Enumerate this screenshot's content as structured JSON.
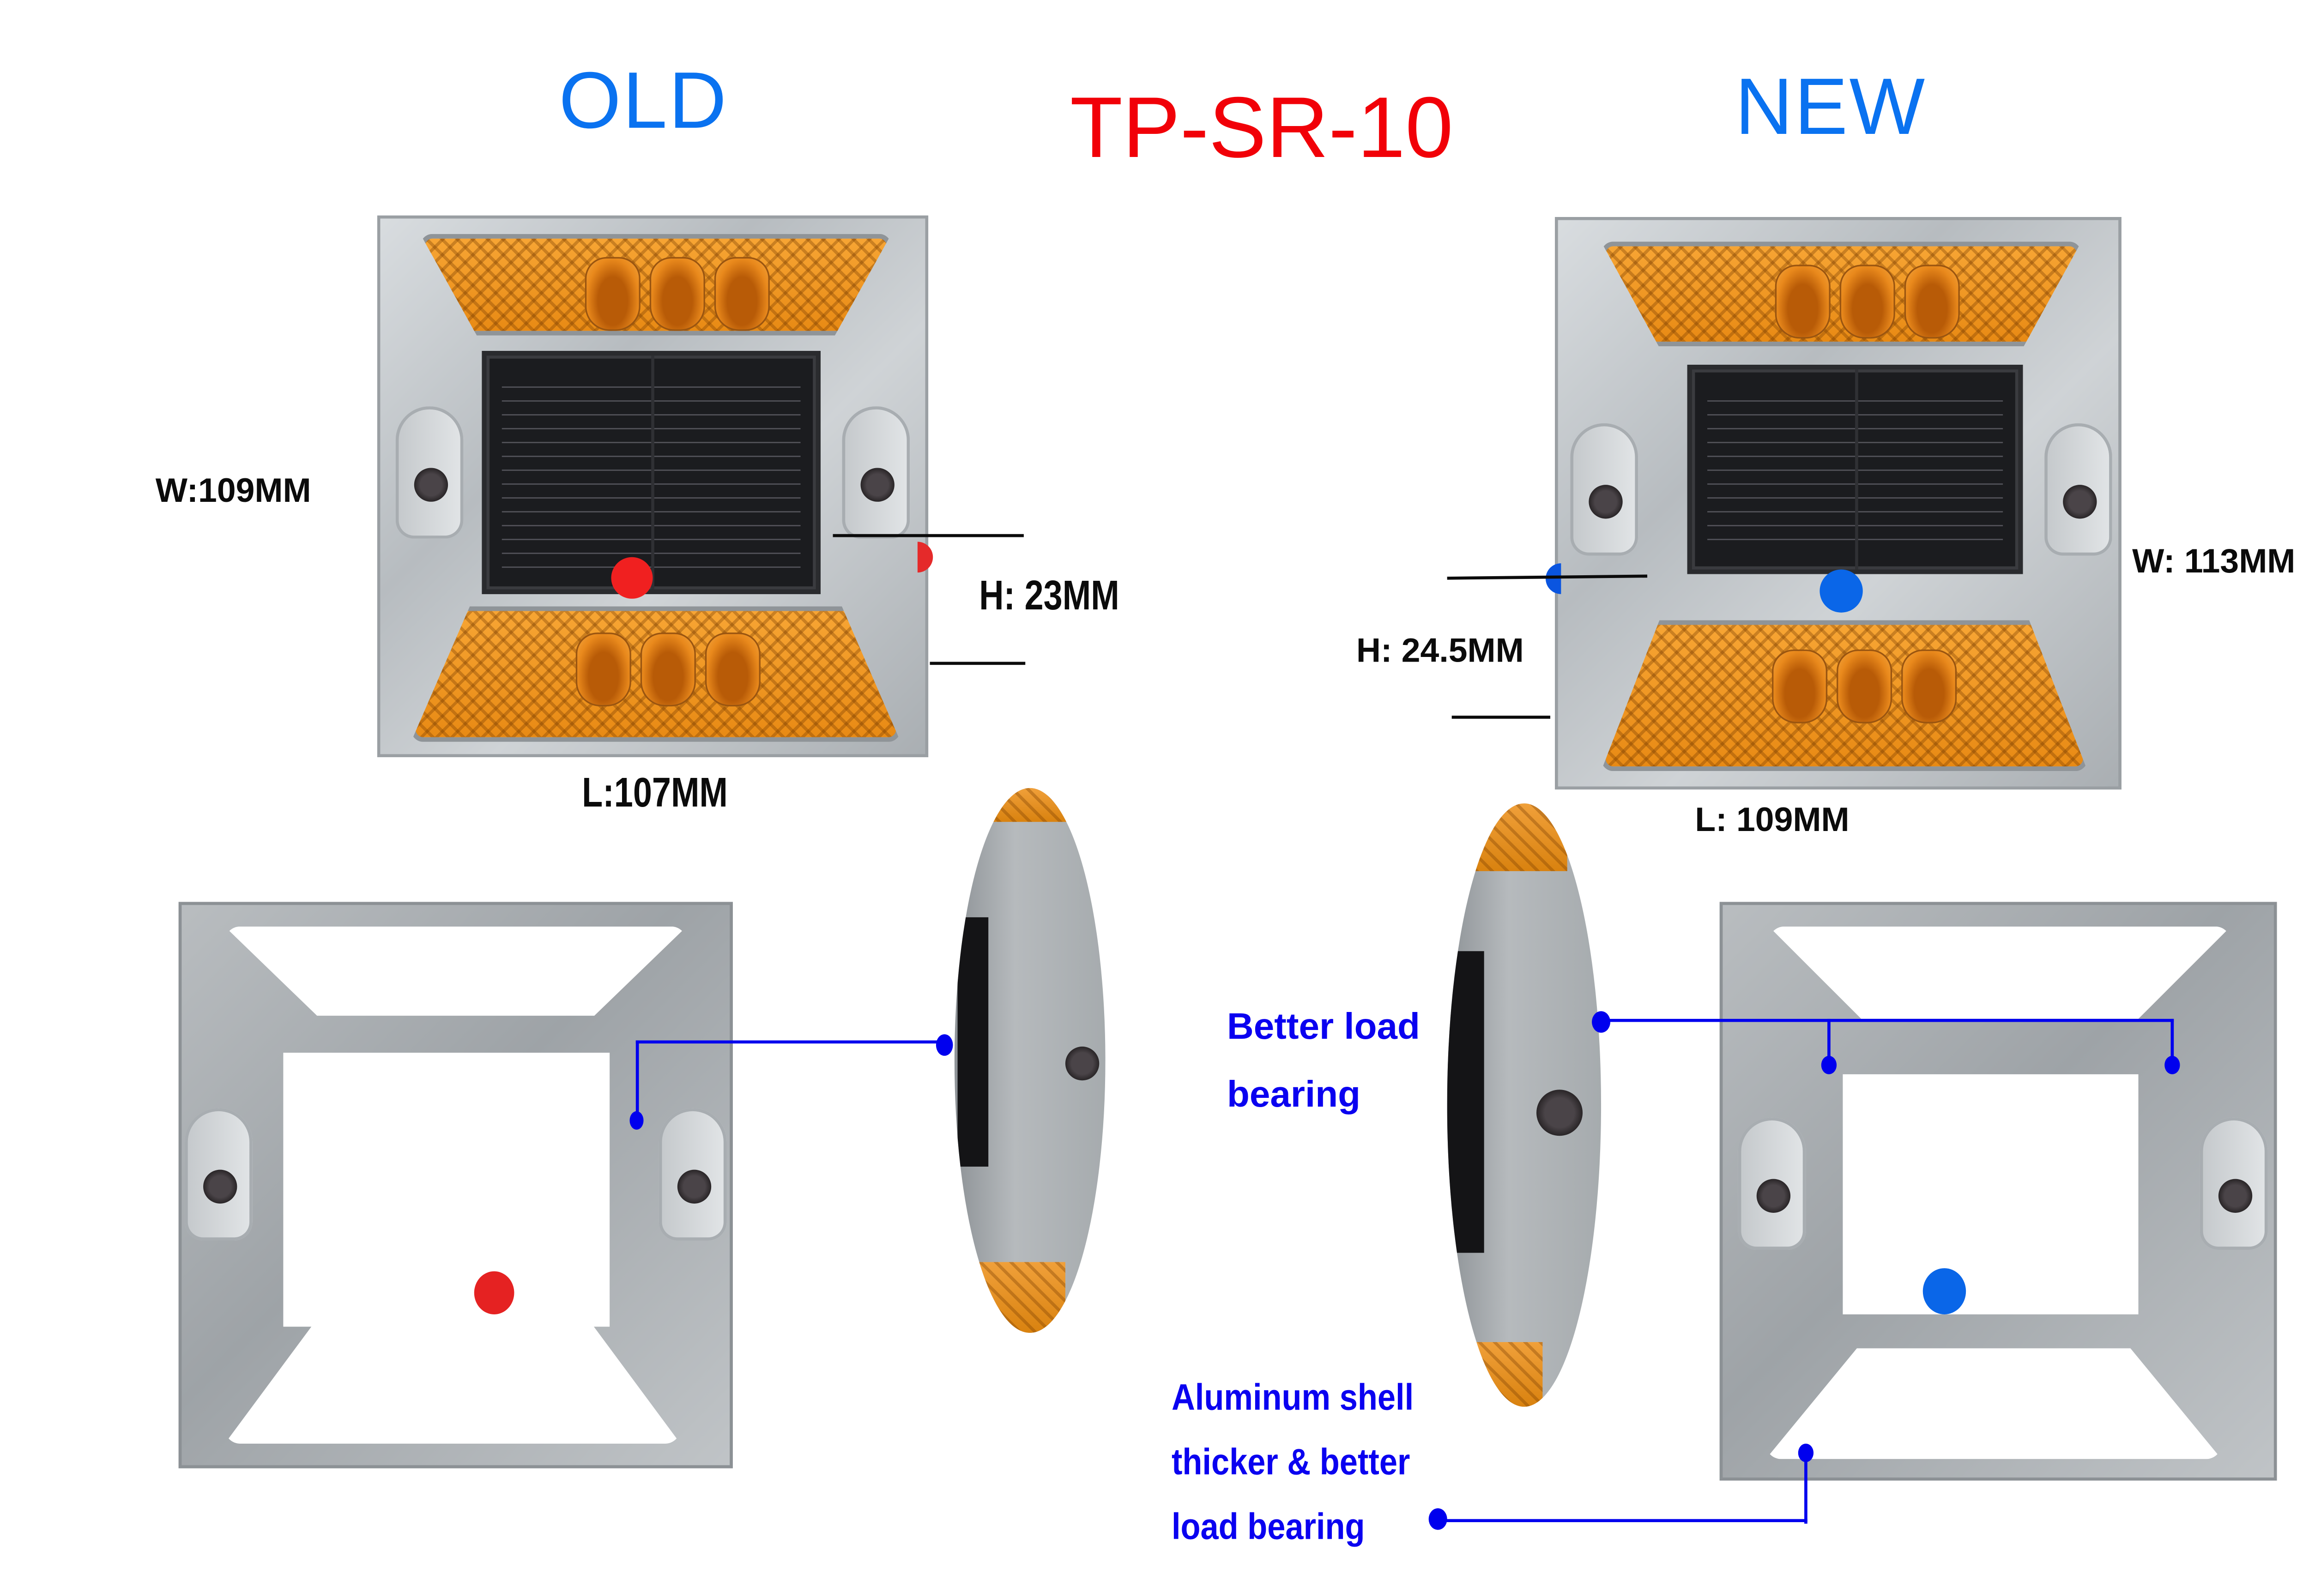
{
  "header": {
    "old_label": "OLD",
    "model_label": "TP-SR-10",
    "new_label": "NEW"
  },
  "colors": {
    "old_new_label": "#0a72f0",
    "model_label": "#f10008",
    "callout_text": "#0a00f0",
    "callout_line": "#0000ee",
    "marker_red": "#f02020",
    "marker_blue": "#0a66e8",
    "dimension_text": "#0b0b0b"
  },
  "old_product": {
    "width_label": "W:109MM",
    "height_label": "H: 23MM",
    "length_label": "L:107MM",
    "marker": "red-dot"
  },
  "new_product": {
    "width_label": "W: 113MM",
    "height_label": "H: 24.5MM",
    "length_label": "L: 109MM",
    "marker": "blue-dot"
  },
  "callouts": {
    "load_bearing": {
      "line1": "Better load",
      "line2": "bearing"
    },
    "aluminum_shell": {
      "line1": "Aluminum shell",
      "line2": "thicker & better",
      "line3": "load bearing"
    }
  }
}
